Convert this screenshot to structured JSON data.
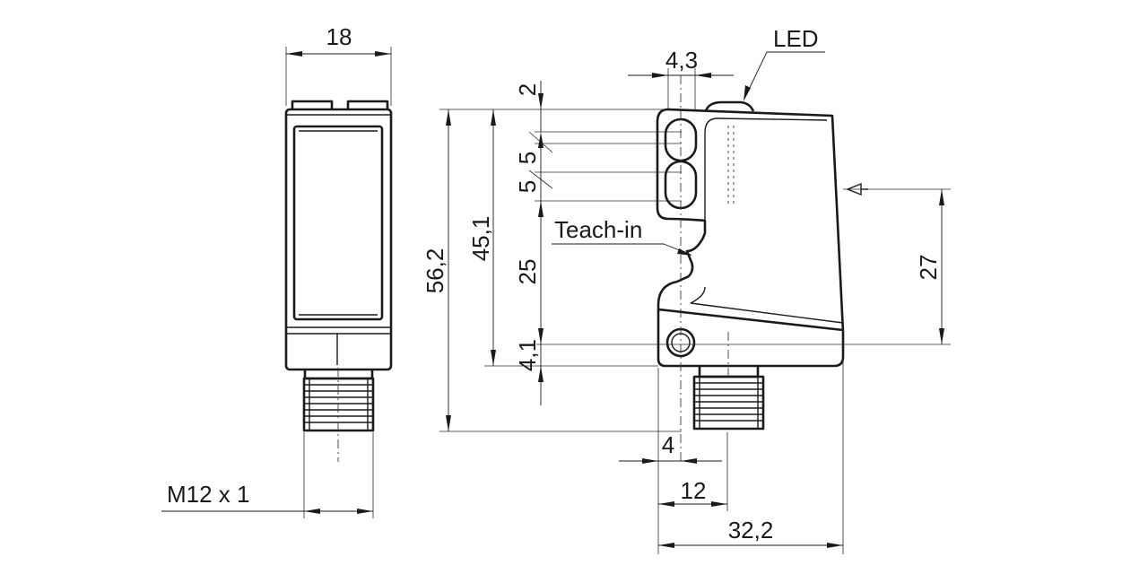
{
  "labels": {
    "width_front": "18",
    "led": "LED",
    "dim_4_3": "4,3",
    "dim_2": "2",
    "dim_5_a": "5",
    "dim_5_b": "5",
    "teach_in": "Teach-in",
    "dim_25": "25",
    "dim_4_1": "4,1",
    "dim_45_1": "45,1",
    "dim_56_2": "56,2",
    "dim_27": "27",
    "dim_4": "4",
    "dim_12": "12",
    "dim_32_2": "32,2",
    "thread": "M12 x 1"
  }
}
